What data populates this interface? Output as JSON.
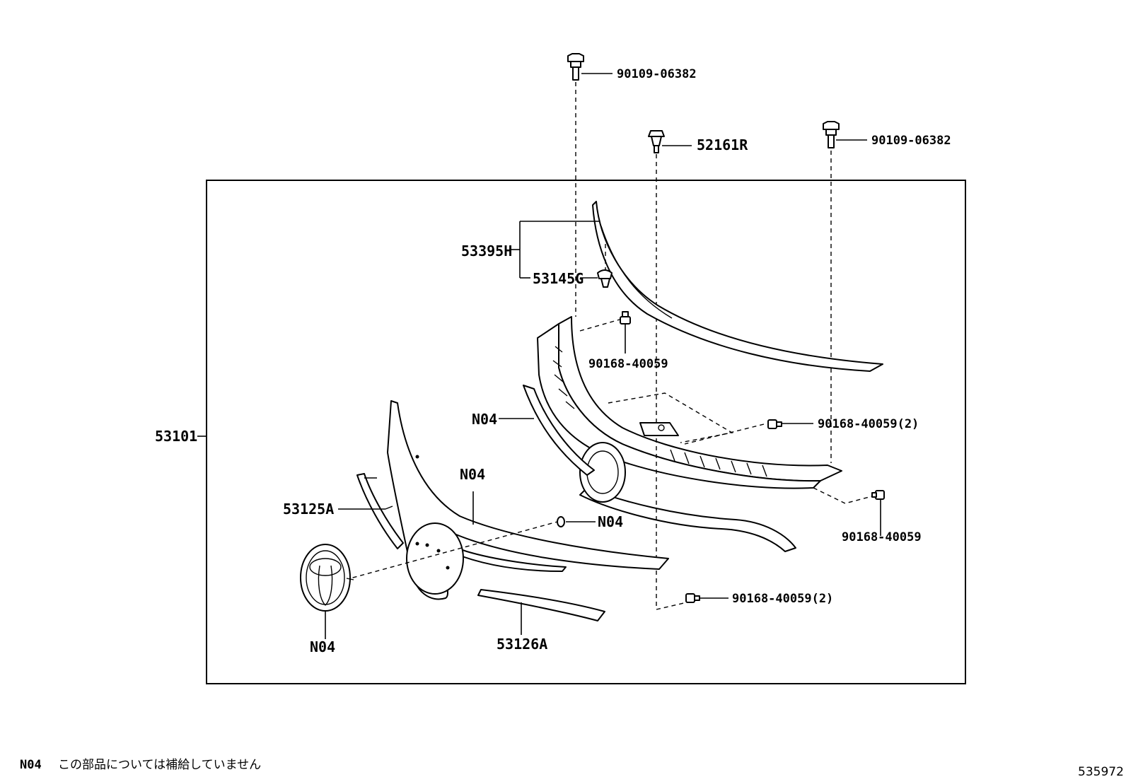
{
  "callouts": {
    "bolt_top": "90109-06382",
    "bolt_right": "90109-06382",
    "clip_52161R": "52161R",
    "molding_53395H": "53395H",
    "clip_53145G": "53145G",
    "nut_upper": "90168-40059",
    "nut_right_pair": "90168-40059(2)",
    "nut_lower_right": "90168-40059",
    "nut_bottom_pair": "90168-40059(2)",
    "assy_53101": "53101",
    "n04_grille": "N04",
    "n04_center": "N04",
    "n04_small": "N04",
    "n04_emblem": "N04",
    "molding_53125A": "53125A",
    "molding_53126A": "53126A"
  },
  "footer": {
    "note_code": "N04",
    "note_text": "この部品については補給していません",
    "figure_number": "535972"
  }
}
